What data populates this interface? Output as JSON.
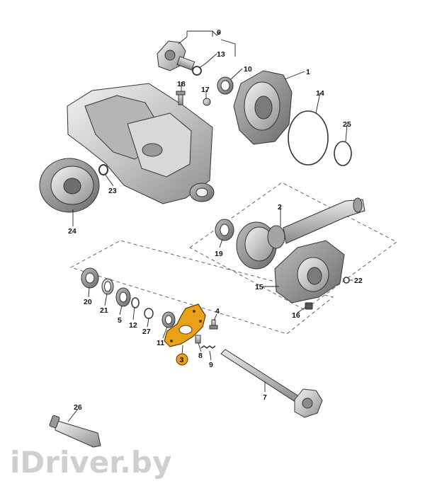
{
  "diagram": {
    "callouts": [
      "1",
      "2",
      "3",
      "4",
      "5",
      "6",
      "7",
      "8",
      "9",
      "10",
      "11",
      "12",
      "13",
      "14",
      "15",
      "16",
      "17",
      "18",
      "19",
      "20",
      "21",
      "22",
      "23",
      "24",
      "25",
      "26",
      "27"
    ],
    "highlighted_part": "3",
    "colors": {
      "highlight_fill": "#e8a21a",
      "highlight_stroke": "#5a3a00",
      "part_fill": "#cdcdcd",
      "part_dark": "#8a8a8a"
    }
  },
  "watermark": {
    "text": "iDriver.by"
  }
}
